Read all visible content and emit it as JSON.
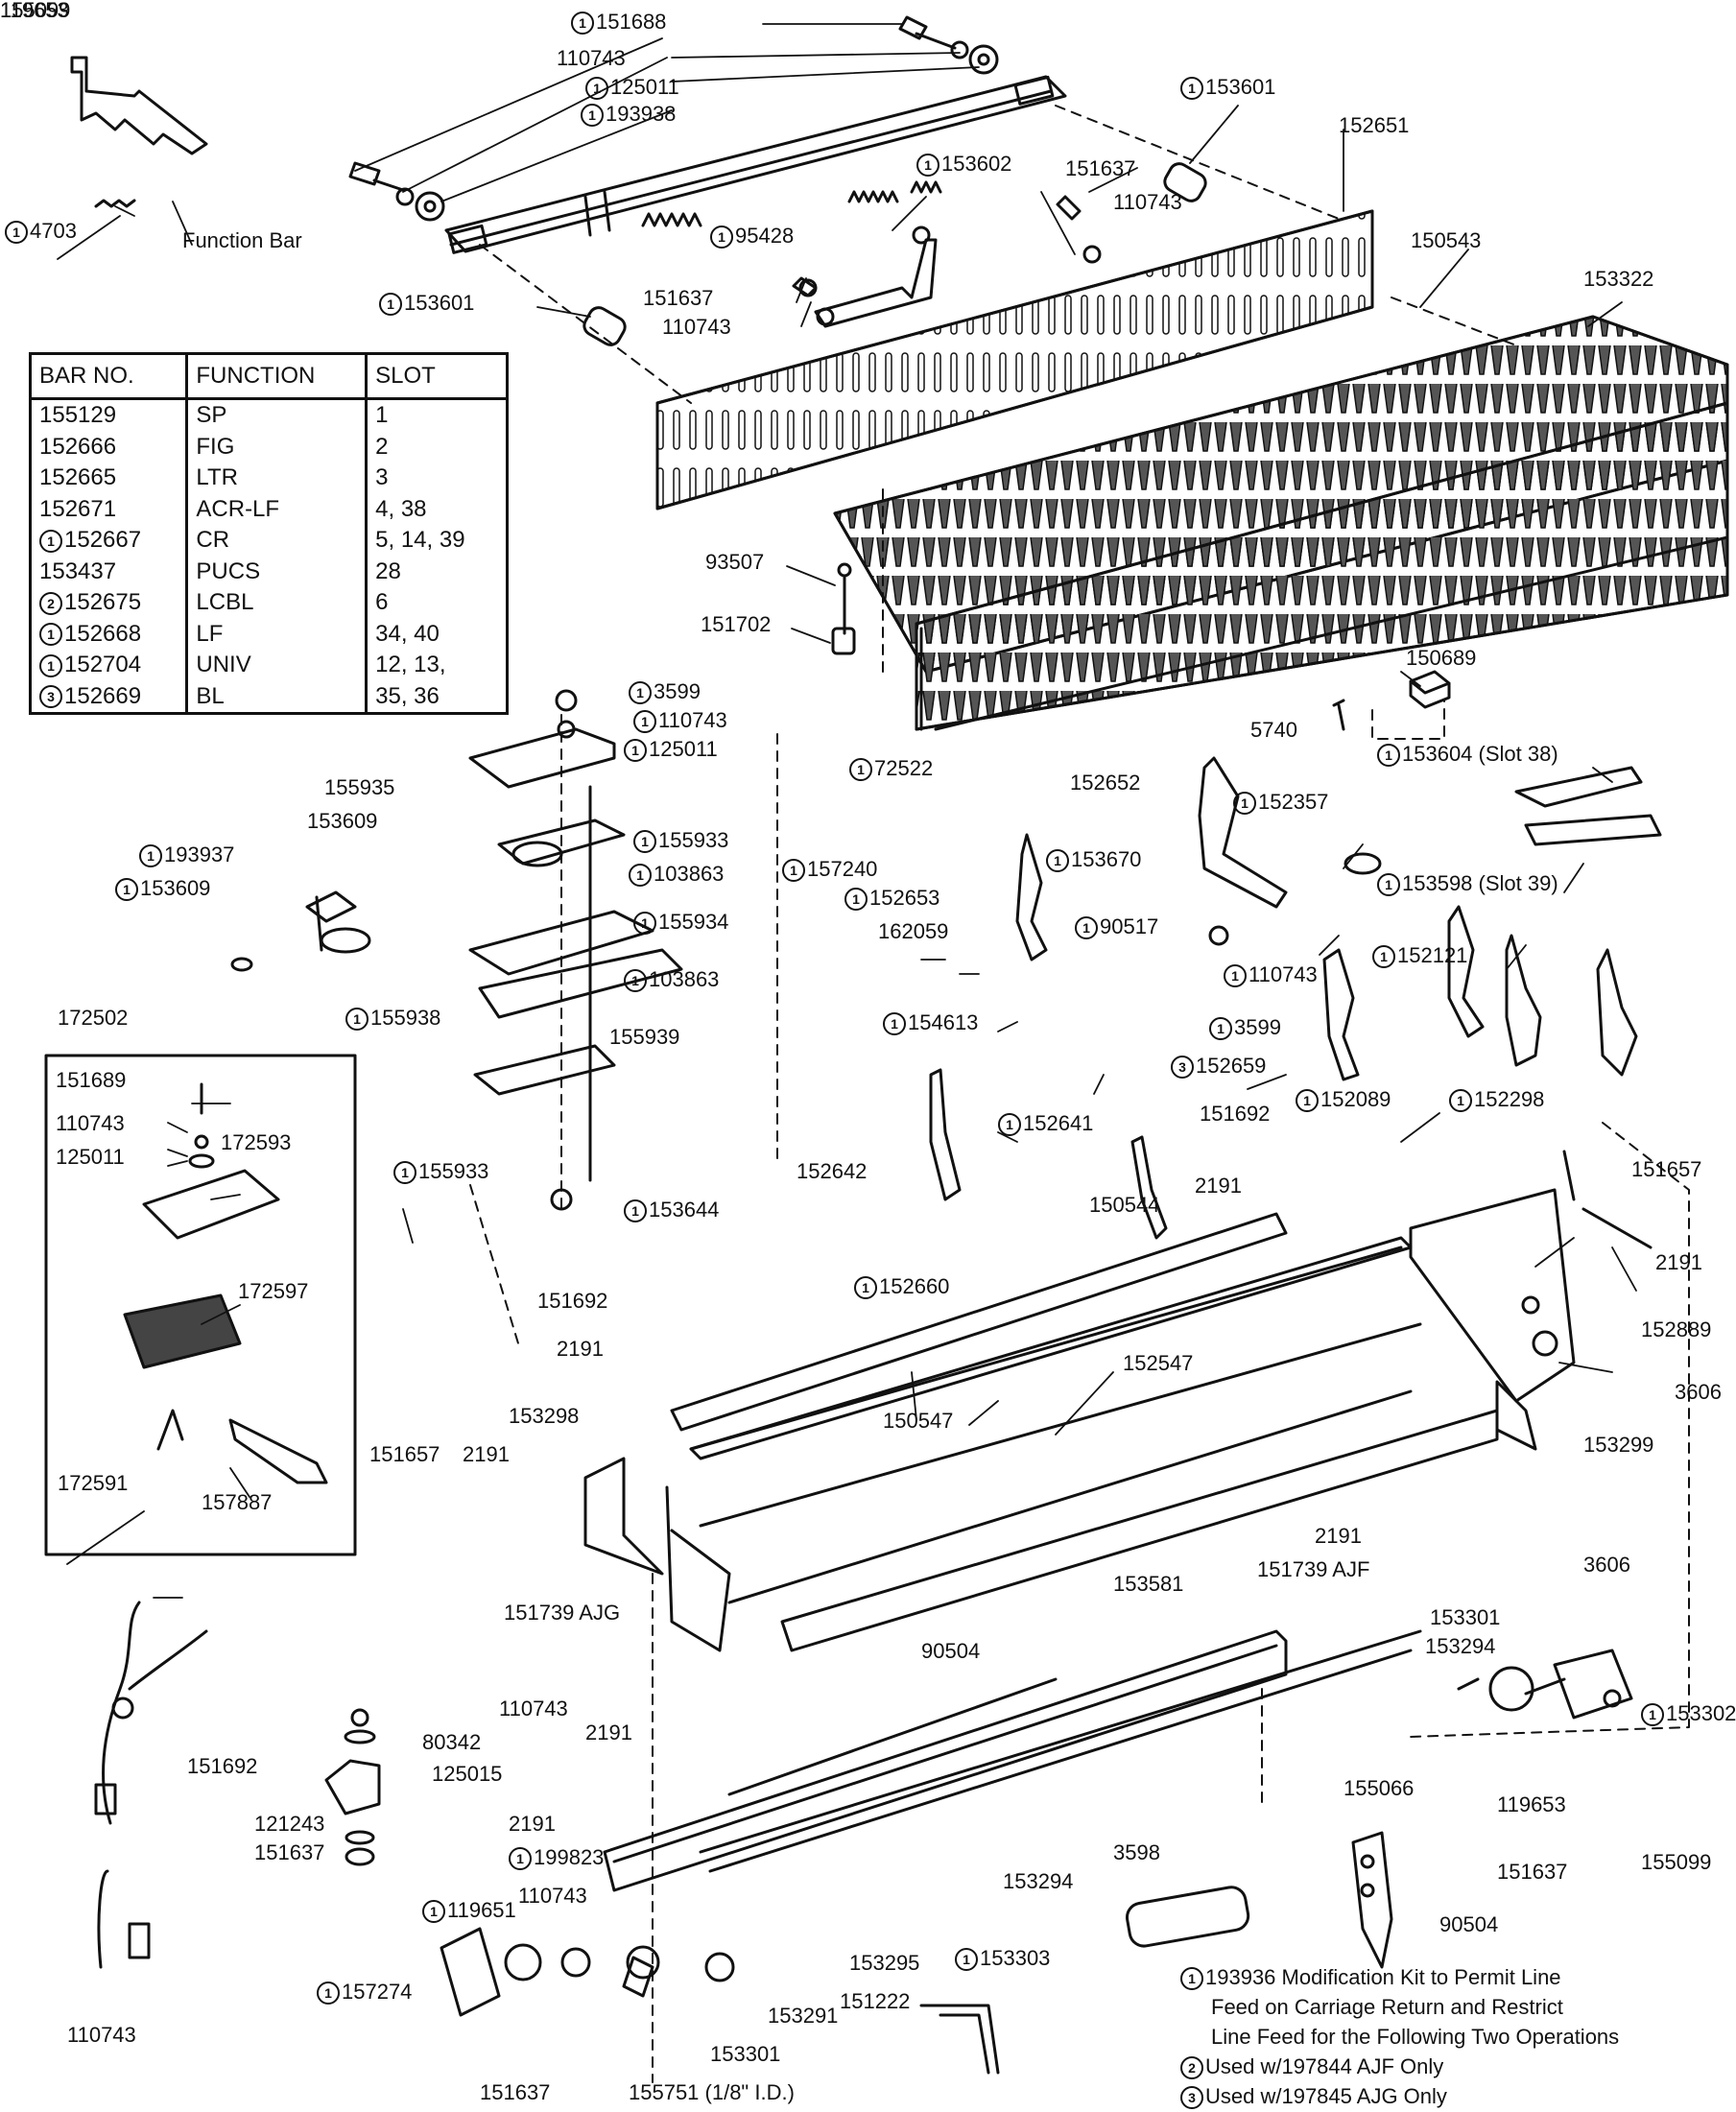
{
  "function_table": {
    "headers": [
      "BAR NO.",
      "FUNCTION",
      "SLOT"
    ],
    "rows": [
      {
        "bar": "155129",
        "mark": "",
        "function": "SP",
        "slot": "1"
      },
      {
        "bar": "152666",
        "mark": "",
        "function": "FIG",
        "slot": "2"
      },
      {
        "bar": "152665",
        "mark": "",
        "function": "LTR",
        "slot": "3"
      },
      {
        "bar": "152671",
        "mark": "",
        "function": "ACR-LF",
        "slot": "4, 38"
      },
      {
        "bar": "152667",
        "mark": "1",
        "function": "CR",
        "slot": "5, 14, 39"
      },
      {
        "bar": "153437",
        "mark": "",
        "function": "PUCS",
        "slot": "28"
      },
      {
        "bar": "152675",
        "mark": "2",
        "function": "LCBL",
        "slot": "6"
      },
      {
        "bar": "152668",
        "mark": "1",
        "function": "LF",
        "slot": "34, 40"
      },
      {
        "bar": "152704",
        "mark": "1",
        "function": "UNIV",
        "slot": "12, 13,"
      },
      {
        "bar": "152669",
        "mark": "3",
        "function": "BL",
        "slot": "35, 36"
      }
    ]
  },
  "labels": [
    {
      "mark": "1",
      "text": "151688"
    },
    {
      "mark": "",
      "text": "110743"
    },
    {
      "mark": "1",
      "text": "125011"
    },
    {
      "mark": "1",
      "text": "193938"
    },
    {
      "mark": "1",
      "text": "153601"
    },
    {
      "mark": "",
      "text": "152651"
    },
    {
      "mark": "1",
      "text": "153602"
    },
    {
      "mark": "",
      "text": "151637"
    },
    {
      "mark": "",
      "text": "110743"
    },
    {
      "mark": "",
      "text": "150543"
    },
    {
      "mark": "",
      "text": "153322"
    },
    {
      "mark": "1",
      "text": "95428"
    },
    {
      "mark": "",
      "text": "151637"
    },
    {
      "mark": "",
      "text": "110743"
    },
    {
      "mark": "1",
      "text": "153601"
    },
    {
      "mark": "1",
      "text": "4703"
    },
    {
      "mark": "",
      "text": "Function Bar"
    },
    {
      "mark": "",
      "text": "93507"
    },
    {
      "mark": "",
      "text": "151702"
    },
    {
      "mark": "",
      "text": "150689"
    },
    {
      "mark": "1",
      "text": "3599"
    },
    {
      "mark": "1",
      "text": "110743"
    },
    {
      "mark": "1",
      "text": "125011"
    },
    {
      "mark": "",
      "text": "155935"
    },
    {
      "mark": "",
      "text": "153609"
    },
    {
      "mark": "1",
      "text": "193937"
    },
    {
      "mark": "1",
      "text": "153609"
    },
    {
      "mark": "1",
      "text": "155933"
    },
    {
      "mark": "1",
      "text": "103863"
    },
    {
      "mark": "1",
      "text": "155934"
    },
    {
      "mark": "1",
      "text": "103863"
    },
    {
      "mark": "1",
      "text": "155938"
    },
    {
      "mark": "",
      "text": "155939"
    },
    {
      "mark": "1",
      "text": "155933"
    },
    {
      "mark": "1",
      "text": "153644"
    },
    {
      "mark": "1",
      "text": "72522"
    },
    {
      "mark": "",
      "text": "152652"
    },
    {
      "mark": "",
      "text": "5740"
    },
    {
      "mark": "1",
      "text": "153604 (Slot 38)"
    },
    {
      "mark": "1",
      "text": "157240"
    },
    {
      "mark": "1",
      "text": "152653"
    },
    {
      "mark": "1",
      "text": "153670"
    },
    {
      "mark": "1",
      "text": "152357"
    },
    {
      "mark": "1",
      "text": "153598 (Slot 39)"
    },
    {
      "mark": "",
      "text": "162059"
    },
    {
      "mark": "1",
      "text": "90517"
    },
    {
      "mark": "1",
      "text": "110743"
    },
    {
      "mark": "1",
      "text": "152121"
    },
    {
      "mark": "1",
      "text": "154613"
    },
    {
      "mark": "1",
      "text": "3599"
    },
    {
      "mark": "3",
      "text": "152659"
    },
    {
      "mark": "1",
      "text": "152089"
    },
    {
      "mark": "1",
      "text": "152298"
    },
    {
      "mark": "",
      "text": "172502"
    },
    {
      "mark": "",
      "text": "151689"
    },
    {
      "mark": "",
      "text": "110743"
    },
    {
      "mark": "",
      "text": "125011"
    },
    {
      "mark": "",
      "text": "172593"
    },
    {
      "mark": "",
      "text": "172597"
    },
    {
      "mark": "",
      "text": "172591"
    },
    {
      "mark": "",
      "text": "157887"
    },
    {
      "mark": "1",
      "text": "152641"
    },
    {
      "mark": "",
      "text": "151692"
    },
    {
      "mark": "",
      "text": "2191"
    },
    {
      "mark": "",
      "text": "152642"
    },
    {
      "mark": "",
      "text": "150544"
    },
    {
      "mark": "",
      "text": "151657"
    },
    {
      "mark": "",
      "text": "2191"
    },
    {
      "mark": "1",
      "text": "152660"
    },
    {
      "mark": "",
      "text": "151692"
    },
    {
      "mark": "",
      "text": "2191"
    },
    {
      "mark": "",
      "text": "152547"
    },
    {
      "mark": "",
      "text": "152889"
    },
    {
      "mark": "",
      "text": "3606"
    },
    {
      "mark": "",
      "text": "153298"
    },
    {
      "mark": "",
      "text": "150547"
    },
    {
      "mark": "",
      "text": "153299"
    },
    {
      "mark": "",
      "text": "151657"
    },
    {
      "mark": "",
      "text": "2191"
    },
    {
      "mark": "",
      "text": "2191"
    },
    {
      "mark": "",
      "text": "153581"
    },
    {
      "mark": "",
      "text": "151739 AJF"
    },
    {
      "mark": "",
      "text": "151739 AJG"
    },
    {
      "mark": "",
      "text": "3606"
    },
    {
      "mark": "",
      "text": "153301"
    },
    {
      "mark": "",
      "text": "153294"
    },
    {
      "mark": "",
      "text": "90504"
    },
    {
      "mark": "1",
      "text": "153302"
    },
    {
      "mark": "",
      "text": "110743"
    },
    {
      "mark": "",
      "text": "80342"
    },
    {
      "mark": "",
      "text": "125015"
    },
    {
      "mark": "",
      "text": "121243"
    },
    {
      "mark": "",
      "text": "2191"
    },
    {
      "mark": "",
      "text": "151692"
    },
    {
      "mark": "",
      "text": "155066"
    },
    {
      "mark": "",
      "text": "119653"
    },
    {
      "mark": "",
      "text": "155099"
    },
    {
      "mark": "",
      "text": "151637"
    },
    {
      "mark": "",
      "text": "2191"
    },
    {
      "mark": "",
      "text": "3598"
    },
    {
      "mark": "",
      "text": "151637"
    },
    {
      "mark": "1",
      "text": "199823"
    },
    {
      "mark": "1",
      "text": "119651"
    },
    {
      "mark": "",
      "text": "110743"
    },
    {
      "mark": "",
      "text": "153294"
    },
    {
      "mark": "",
      "text": "90504"
    },
    {
      "mark": "",
      "text": "153295"
    },
    {
      "mark": "1",
      "text": "153303"
    },
    {
      "mark": "",
      "text": "151222"
    },
    {
      "mark": "1",
      "text": "157274"
    },
    {
      "mark": "",
      "text": "153291"
    },
    {
      "mark": "",
      "text": "153301"
    },
    {
      "mark": "",
      "text": "110743"
    },
    {
      "mark": "",
      "text": "151637"
    },
    {
      "mark": "",
      "text": "155751 (1/8\" I.D.)"
    },
    {
      "mark": "",
      "text": "155099"
    },
    {
      "mark": "",
      "text": "119653"
    }
  ],
  "notes": [
    {
      "mark": "1",
      "text": "193936 Modification Kit to Permit Line"
    },
    {
      "mark": "",
      "text": "Feed on Carriage Return and Restrict"
    },
    {
      "mark": "",
      "text": "Line Feed for the Following Two Operations"
    },
    {
      "mark": "2",
      "text": "Used w/197844  AJF  Only"
    },
    {
      "mark": "3",
      "text": "Used w/197845  AJG  Only"
    }
  ]
}
